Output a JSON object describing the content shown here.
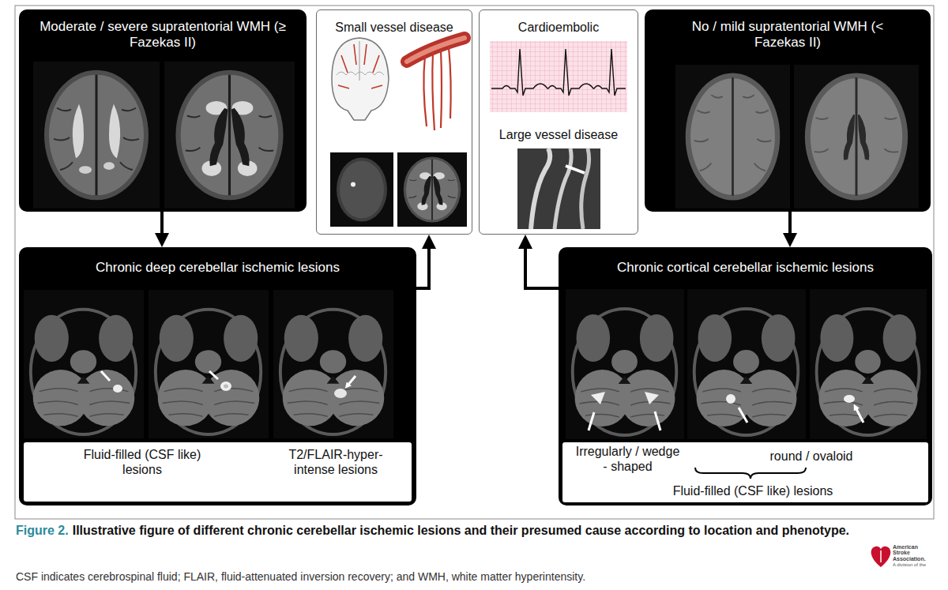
{
  "diagram": {
    "title": "Illustrative figure of different chronic cerebellar ischemic lesions and their presumed cause according to location and phenotype.",
    "caption": "CSF indicates cerebrospinal fluid; FLAIR, fluid-attenuated inversion recovery; and WMH, white matter hyperintensity.",
    "nodes": [
      {
        "text": [
          "Moderate / severe supratentorial WMH (≥ Fazekas II)"
        ]
      },
      {
        "text": [
          "Small vessel disease"
        ]
      },
      {
        "text": [
          "Cardioembolic",
          "Large vessel disease"
        ]
      },
      {
        "text": [
          "No / mild supratentorial WMH (< Fazekas II)"
        ]
      },
      {
        "text": [
          "Chronic deep cerebellar ischemic lesions",
          "Fluid-filled (CSF like) lesions",
          "T2/FLAIR-hyper-intense lesions"
        ]
      },
      {
        "text": [
          "Chronic cortical cerebellar ischemic lesions",
          "Irregularly / wedge - shaped",
          "round / ovaloid",
          "Fluid-filled (CSF like) lesions"
        ]
      }
    ],
    "edges": [
      {
        "from": 0,
        "to": 4,
        "arrow": "to"
      },
      {
        "from": 3,
        "to": 5,
        "arrow": "to"
      },
      {
        "from": 4,
        "to": 1,
        "arrow": "to"
      },
      {
        "from": 5,
        "to": 2,
        "arrow": "to"
      }
    ],
    "labels": [
      "Figure 2.",
      "American Stroke Association.",
      "A division of the"
    ]
  }
}
